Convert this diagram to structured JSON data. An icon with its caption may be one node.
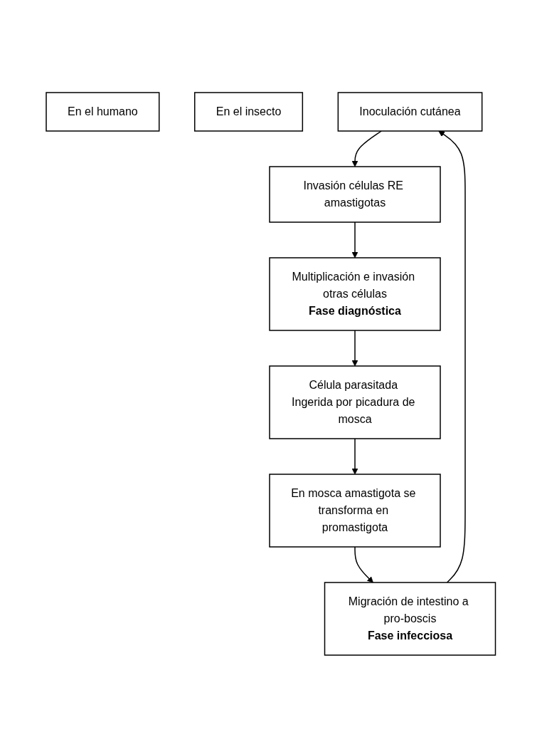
{
  "diagram": {
    "nodes": [
      {
        "text": [
          "En el humano"
        ]
      },
      {
        "text": [
          "En el insecto"
        ]
      },
      {
        "text": [
          "Inoculación cutánea"
        ]
      },
      {
        "text": [
          "Migración de intestino a pro-boscis",
          "Fase infecciosa"
        ]
      },
      {
        "text": [
          "Invasión células RE amastigotas"
        ]
      },
      {
        "text": [
          "En mosca amastigota se transforma en promastigota"
        ]
      },
      {
        "text": [
          "Multiplicación e invasión otras células",
          "Fase diagnóstica"
        ]
      },
      {
        "text": [
          "Célula parasitada Ingerida por picadura de mosca"
        ]
      }
    ],
    "edges": [
      {
        "from": 3,
        "to": 2,
        "arrow": "to"
      },
      {
        "from": 2,
        "to": 4,
        "arrow": "to"
      },
      {
        "from": 4,
        "to": 6,
        "arrow": "to"
      },
      {
        "from": 6,
        "to": 7,
        "arrow": "to"
      },
      {
        "from": 7,
        "to": 5,
        "arrow": "to"
      },
      {
        "from": 5,
        "to": 3,
        "arrow": "to"
      }
    ]
  }
}
